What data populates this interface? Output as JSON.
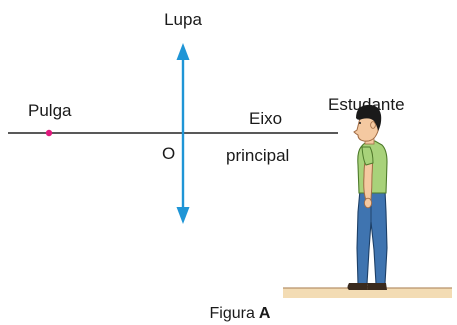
{
  "labels": {
    "lens": "Lupa",
    "flea": "Pulga",
    "student": "Estudante",
    "axis_line1": "Eixo",
    "axis_line2": "principal",
    "optical_center": "O"
  },
  "caption": {
    "text": "Figura",
    "letter": "A"
  },
  "colors": {
    "lens_arrow": "#1f95d6",
    "flea_dot": "#e0197d",
    "axis": "#222222",
    "floor": "#f3dcb4",
    "floor_edge": "#b8926a",
    "shirt": "#a8d27a",
    "pants": "#3f74b0",
    "skin": "#f4c9a1",
    "hair": "#1a1a1a"
  }
}
